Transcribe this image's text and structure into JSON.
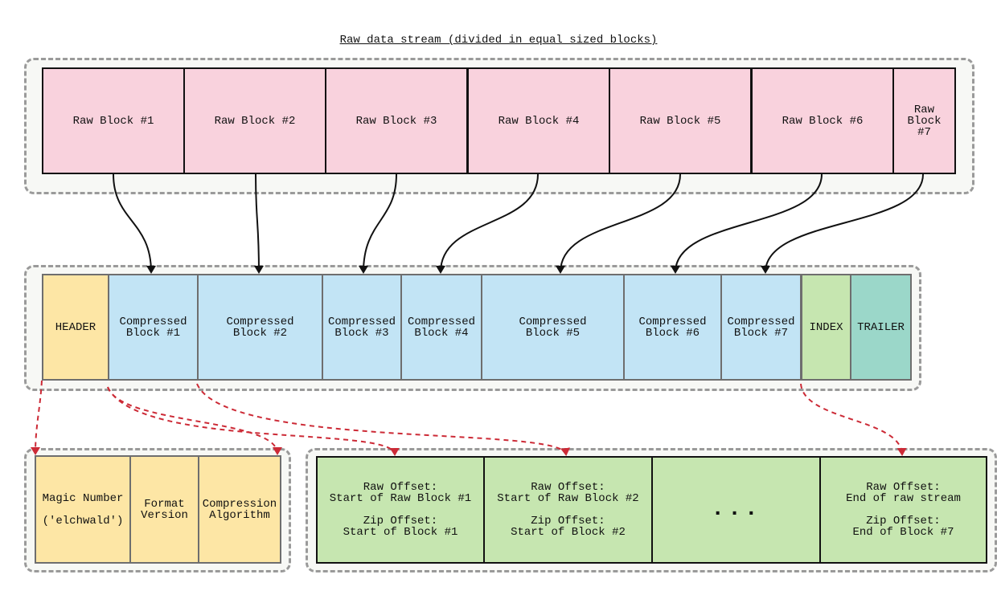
{
  "title": "Raw data stream (divided in equal sized blocks)",
  "raw_blocks": [
    "Raw Block #1",
    "Raw Block #2",
    "Raw Block #3",
    "Raw Block #4",
    "Raw Block #5",
    "Raw Block #6",
    "Raw\nBlock\n#7"
  ],
  "file_parts": {
    "header": "HEADER",
    "compressed": [
      "Compressed\nBlock #1",
      "Compressed\nBlock #2",
      "Compressed\nBlock #3",
      "Compressed\nBlock #4",
      "Compressed\nBlock #5",
      "Compressed\nBlock #6",
      "Compressed\nBlock #7"
    ],
    "index": "INDEX",
    "trailer": "TRAILER"
  },
  "header_fields": {
    "magic_line1": "Magic Number",
    "magic_line2": "('elchwald')",
    "format_version": "Format\nVersion",
    "compression_algorithm": "Compression\nAlgorithm"
  },
  "index_entries": [
    "Raw Offset:\nStart of Raw Block #1\n\nZip Offset:\nStart of Block #1",
    "Raw Offset:\nStart of Raw Block #2\n\nZip Offset:\nStart of Block #2",
    "...",
    "Raw Offset:\nEnd of raw stream\n\nZip Offset:\nEnd of Block #7"
  ],
  "colors": {
    "raw": "#f9d2dd",
    "compressed": "#c2e4f5",
    "header": "#fde6a5",
    "index": "#c6e6b0",
    "trailer": "#9bd7c9",
    "dashed_arrow": "#cc2a36"
  }
}
